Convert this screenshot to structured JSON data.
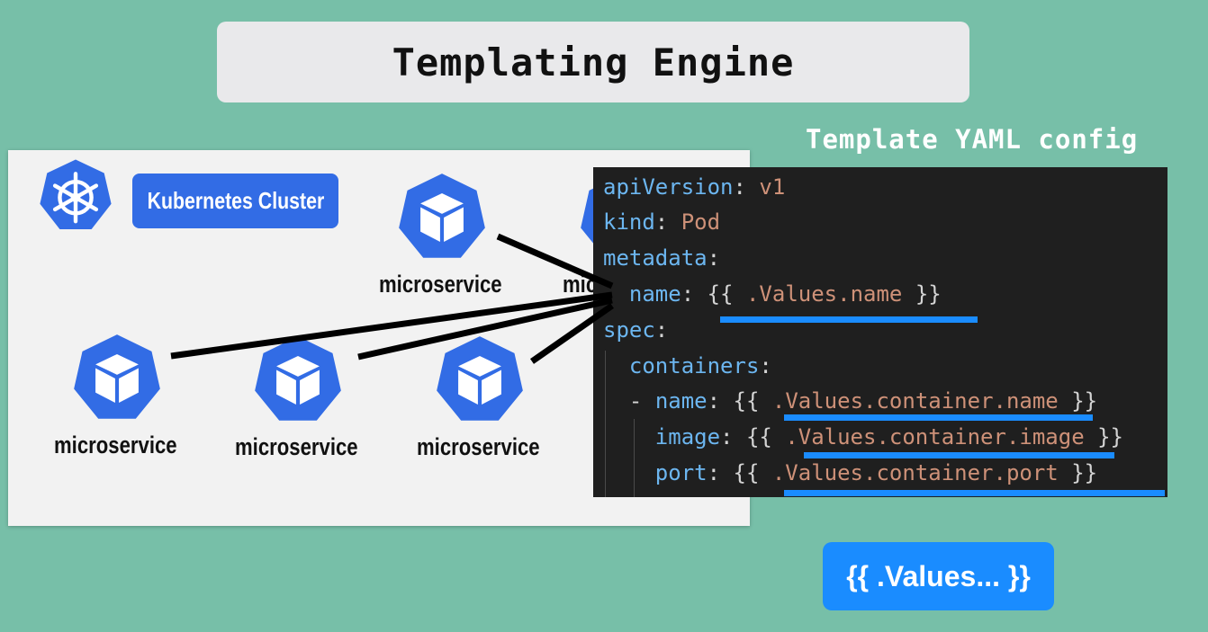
{
  "title": "Templating Engine",
  "yaml_heading": "Template YAML config",
  "cluster": {
    "label": "Kubernetes Cluster",
    "service_label": "microservice",
    "partial_label": "mic"
  },
  "yaml": {
    "apiVersion_key": "apiVersion",
    "apiVersion_val": "v1",
    "kind_key": "kind",
    "kind_val": "Pod",
    "metadata_key": "metadata",
    "name_key": "name",
    "name_val": ".Values.name",
    "spec_key": "spec",
    "containers_key": "containers",
    "c_name_key": "name",
    "c_name_val": ".Values.container.name",
    "image_key": "image",
    "image_val": ".Values.container.image",
    "port_key": "port",
    "port_val": ".Values.container.port",
    "open_braces": "{{",
    "close_braces": "}}",
    "colon": ":",
    "dash": "-"
  },
  "values_badge": "{{ .Values... }}",
  "colors": {
    "background": "#77bfa8",
    "kubernetes_blue": "#326ce5",
    "highlight_blue": "#1a8cff",
    "yaml_key": "#6cb6f0",
    "yaml_value": "#ce9178"
  }
}
